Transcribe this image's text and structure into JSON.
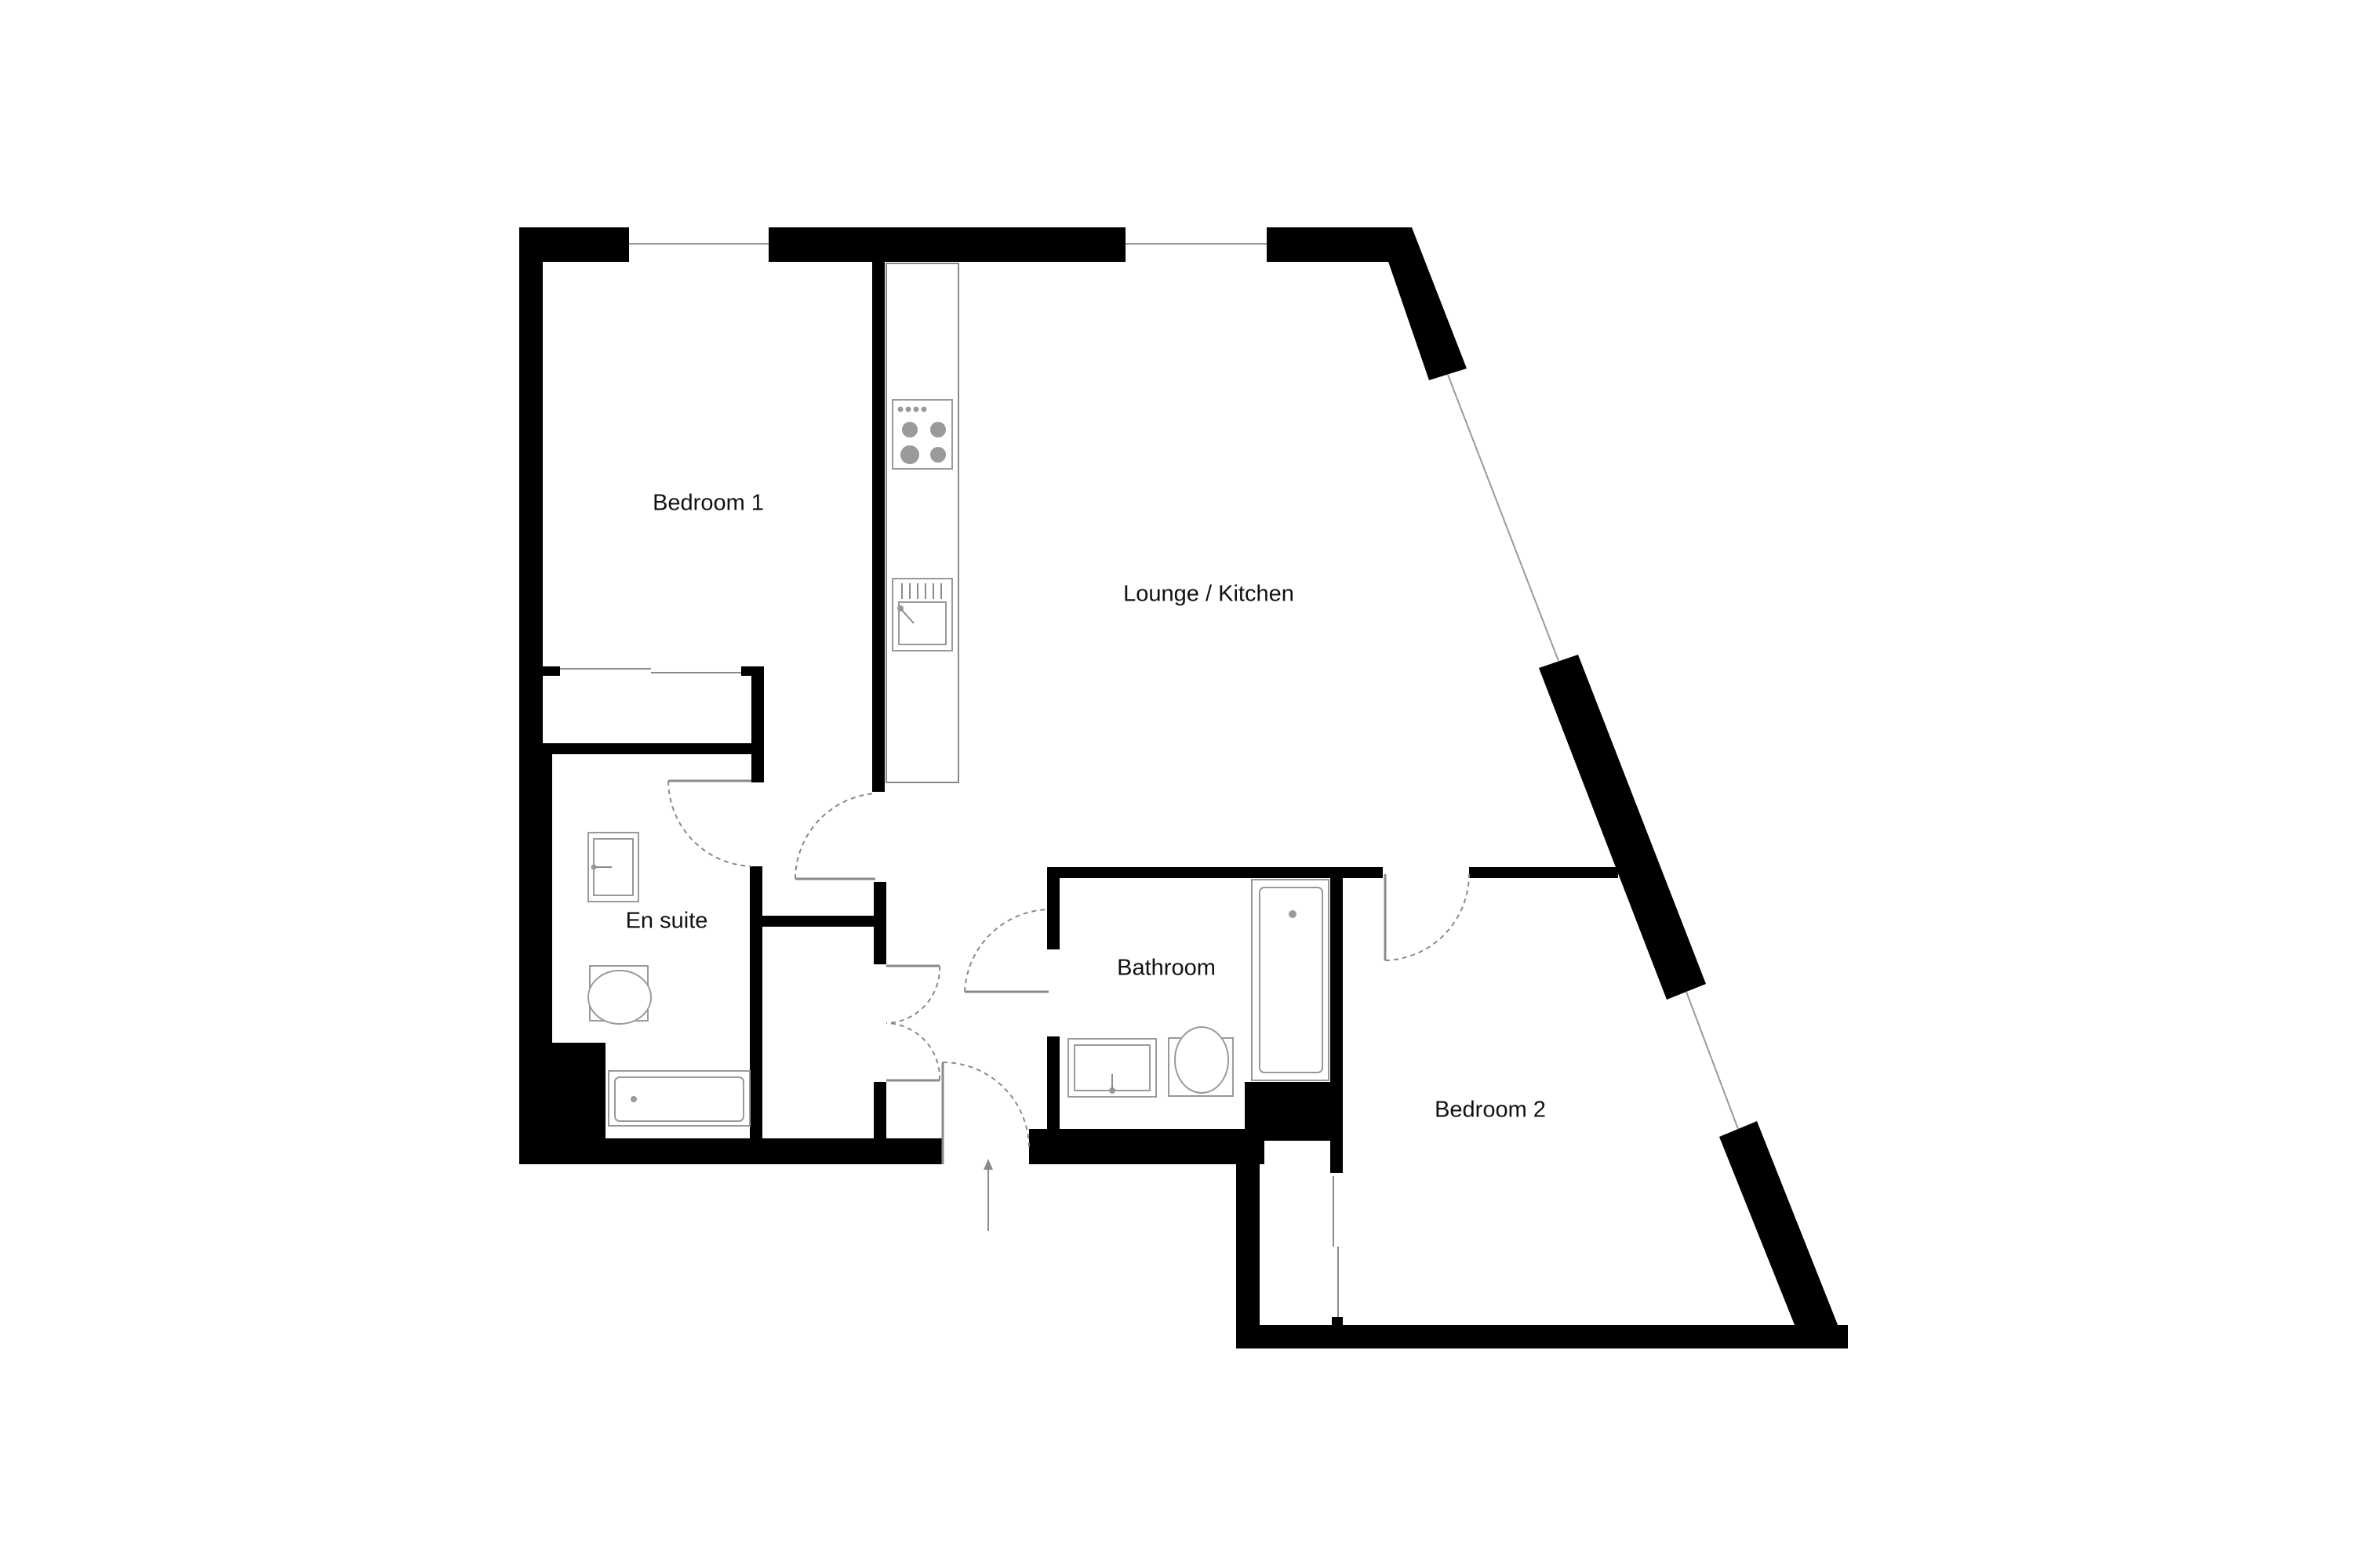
{
  "floor_plan": {
    "rooms": {
      "bedroom_1": "Bedroom 1",
      "lounge_kitchen": "Lounge / Kitchen",
      "en_suite": "En suite",
      "bathroom": "Bathroom",
      "bedroom_2": "Bedroom 2"
    },
    "colors": {
      "wall": "#000000",
      "fixture_line": "#9a9a9a",
      "background": "#ffffff"
    },
    "icons": [
      "entrance-arrow-icon",
      "hob-icon",
      "kitchen-sink-icon",
      "toilet-icon",
      "bath-icon",
      "basin-icon"
    ]
  }
}
